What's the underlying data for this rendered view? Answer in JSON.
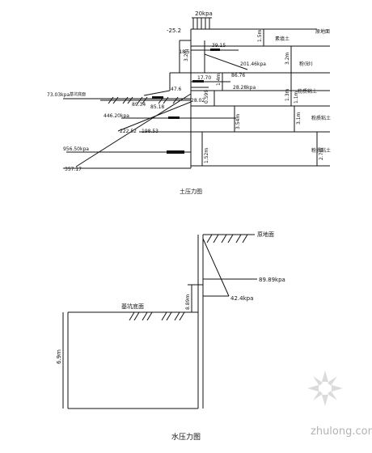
{
  "earth": {
    "surcharge": "20kpa",
    "top_value": "-25.2",
    "values": [
      "18.5",
      "39.15",
      "201.46kpa",
      "86.76",
      "17.70",
      "28.28kpa",
      "47.6",
      "28.02",
      "0.599",
      "89.34",
      "85.18",
      "446.20kpa",
      "222.52",
      "198.53",
      "956.50kpa",
      "357.17"
    ],
    "left_value": "73.03kpa",
    "depths": [
      "3.2m",
      "1.5m",
      "3.2m",
      "1.4m",
      "1.3m",
      "1.1m",
      "3.54m",
      "3.1m",
      "1.52m",
      "2.7m"
    ],
    "layer_labels": [
      "原地面",
      "素填土",
      "粉(砂)",
      "粉质粘土",
      "粉质粘土",
      "粉质粘土"
    ],
    "bench_label": "基坑底面",
    "caption": "土压力图"
  },
  "water": {
    "ground_label": "原地面",
    "pressure_top": "89.89kpa",
    "pressure_low": "42.4kpa",
    "dim_small": "8.89m",
    "pit_label": "基坑底面",
    "depth_label": "6.9m",
    "caption": "水压力图"
  },
  "watermark": "zhulong.com"
}
